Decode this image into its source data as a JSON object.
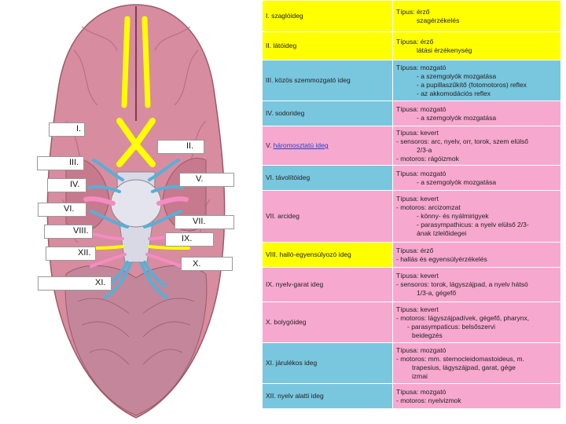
{
  "figure": {
    "labels": [
      "I.",
      "II.",
      "III.",
      "IV.",
      "V.",
      "VI.",
      "VII.",
      "VIII.",
      "IX.",
      "X.",
      "XII.",
      "XI."
    ]
  },
  "table": {
    "rows": [
      {
        "name": "I. szaglóideg",
        "type": "Típus: érző",
        "lines": [
          "szagérzékelés"
        ],
        "name_color": "yellow",
        "desc_color": "yellow"
      },
      {
        "name": "II. látóideg",
        "type": "Típusa: érző",
        "lines": [
          "látási érzékenység"
        ],
        "name_color": "yellow",
        "desc_color": "yellow"
      },
      {
        "name": "III. közös szemmozgató ideg",
        "type": "Típusa: mozgató",
        "lines": [
          "- a szemgolyók mozgatása",
          "- a pupillaszűkítő (fotomotoros) reflex",
          "- az akkomodációs reflex"
        ],
        "name_color": "blue",
        "desc_color": "blue"
      },
      {
        "name": "IV. sodorideg",
        "type": "Típusa: mozgató",
        "lines": [
          "- a szemgolyók mozgatása"
        ],
        "name_color": "blue",
        "desc_color": "pink"
      },
      {
        "name_prefix": "V. ",
        "name_link": "háromosztatú ideg",
        "type": "Típusa: kevert",
        "lines": [
          "- sensoros: arc, nyelv, orr, torok, szem elülső",
          "2/3-a",
          "- motoros: rágóizmok"
        ],
        "name_color": "pink",
        "desc_color": "pink"
      },
      {
        "name": "VI. távolítóideg",
        "type": "Típusa: mozgató",
        "lines": [
          "- a szemgolyók mozgatása"
        ],
        "name_color": "blue",
        "desc_color": "pink"
      },
      {
        "name": "VII. arcideg",
        "type": "Típusa: kevert",
        "lines": [
          "- motoros: arcizomzat",
          "- könny- és nyálmirigyek",
          "- parasympathicus: a nyelv elülső 2/3-",
          "ának ízlelőidegei"
        ],
        "name_color": "pink",
        "desc_color": "pink"
      },
      {
        "name": "VIII. halló-egyensúlyozó ideg",
        "type": "Típusa: érző",
        "lines": [
          "- hallás és egyensúlyérzékelés"
        ],
        "name_color": "yellow",
        "desc_color": "pink"
      },
      {
        "name": "IX. nyelv-garat ideg",
        "type": "Típusa: kevert",
        "lines": [
          "- sensoros: torok, lágyszájpad, a nyelv hátsó",
          "1/3-a, gégefő"
        ],
        "name_color": "pink",
        "desc_color": "pink"
      },
      {
        "name": "X. bolygóideg",
        "type": "Típusa: kevert",
        "lines": [
          "- motoros: lágyszájpadívek, gégefő, pharynx,",
          "- parasympaticus: belsőszervi",
          "beidegzés"
        ],
        "name_color": "pink",
        "desc_color": "pink"
      },
      {
        "name": "XI. járulékos ideg",
        "type": "Típusa: mozgató",
        "lines": [
          "- motoros: mm. sternocleidomastoideus, m.",
          "trapesius, lágyszájpad, garat, gége",
          "izmai"
        ],
        "name_color": "blue",
        "desc_color": "pink"
      },
      {
        "name": "XII. nyelv alatti ideg",
        "type": "Típusa: mozgató",
        "lines": [
          "- motoros: nyelvizmok"
        ],
        "name_color": "blue",
        "desc_color": "pink"
      }
    ]
  }
}
